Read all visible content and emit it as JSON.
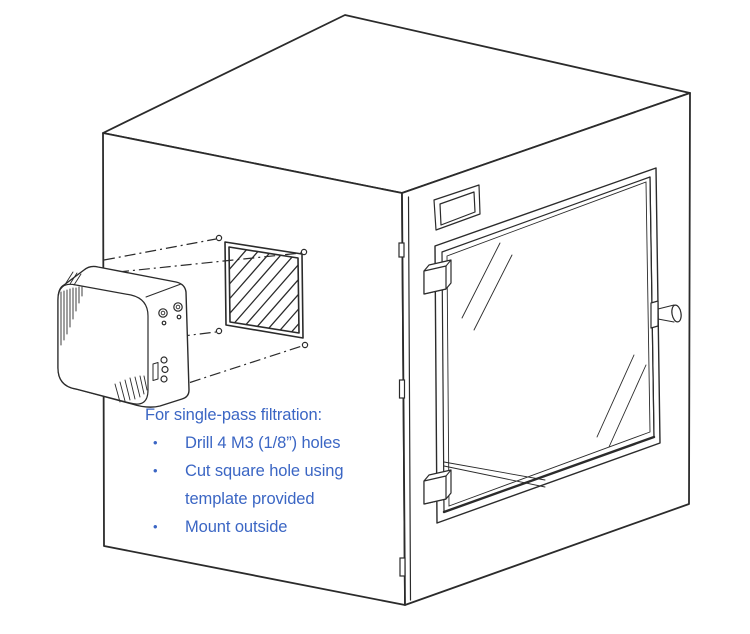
{
  "note": {
    "heading": "For single-pass filtration:",
    "bullet": "•",
    "items": [
      "Drill 4 M3 (1/8”) holes",
      "Cut square hole using template provided",
      "Mount outside"
    ]
  },
  "colors": {
    "line": "#2b2b2b",
    "note_text": "#3b66c4",
    "background": "#ffffff"
  }
}
